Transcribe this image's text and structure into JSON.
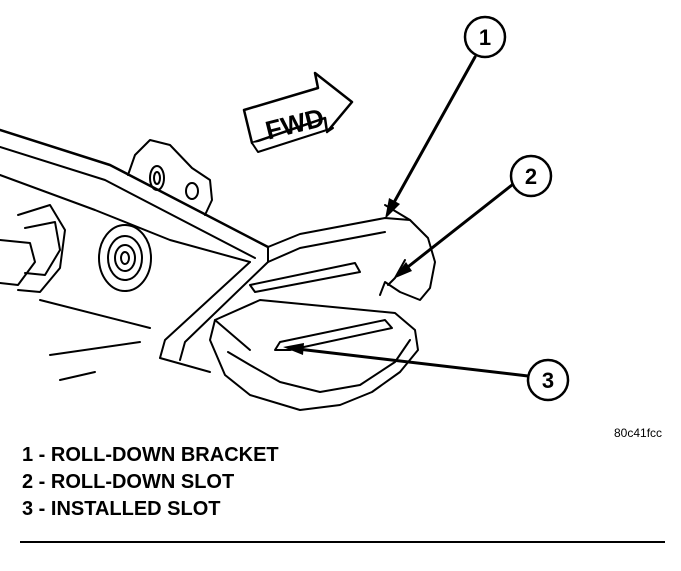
{
  "fwd_label": "FWD",
  "figure_id": "80c41fcc",
  "callouts": [
    {
      "number": "1",
      "text": "1 - ROLL-DOWN BRACKET"
    },
    {
      "number": "2",
      "text": "2 - ROLL-DOWN SLOT"
    },
    {
      "number": "3",
      "text": "3 - INSTALLED SLOT"
    }
  ]
}
